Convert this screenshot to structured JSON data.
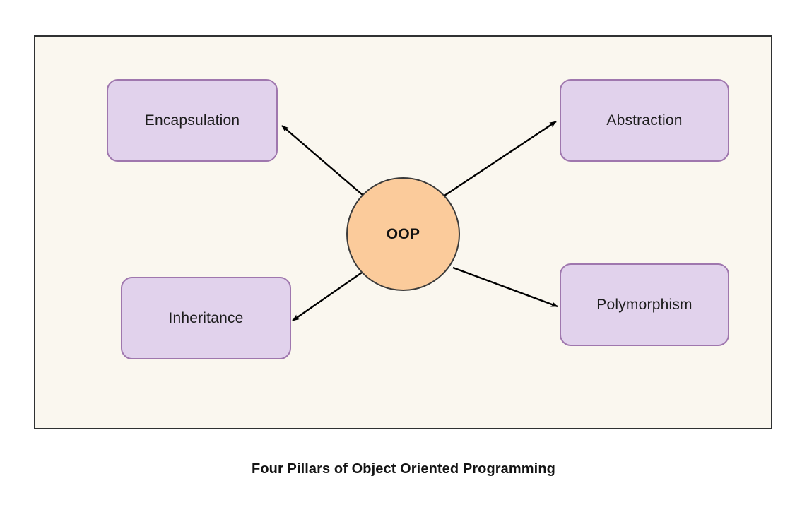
{
  "diagram": {
    "title": "Four Pillars of Object Oriented Programming",
    "center": {
      "label": "OOP",
      "shape": "circle",
      "fill_color": "#fbcb9b",
      "border_color": "#3a3a3a"
    },
    "nodes": [
      {
        "id": "encapsulation",
        "label": "Encapsulation",
        "position": "top-left",
        "fill_color": "#e1d2ec",
        "border_color": "#9f77ae"
      },
      {
        "id": "abstraction",
        "label": "Abstraction",
        "position": "top-right",
        "fill_color": "#e1d2ec",
        "border_color": "#9f77ae"
      },
      {
        "id": "inheritance",
        "label": "Inheritance",
        "position": "bottom-left",
        "fill_color": "#e1d2ec",
        "border_color": "#9f77ae"
      },
      {
        "id": "polymorphism",
        "label": "Polymorphism",
        "position": "bottom-right",
        "fill_color": "#e1d2ec",
        "border_color": "#9f77ae"
      }
    ],
    "edges": [
      {
        "id": "oop-to-encapsulation",
        "from": "OOP",
        "to": "Encapsulation",
        "direction": "one-way"
      },
      {
        "id": "oop-to-abstraction",
        "from": "OOP",
        "to": "Abstraction",
        "direction": "one-way"
      },
      {
        "id": "oop-to-inheritance",
        "from": "OOP",
        "to": "Inheritance",
        "direction": "one-way"
      },
      {
        "id": "oop-to-polymorphism",
        "from": "OOP",
        "to": "Polymorphism",
        "direction": "one-way"
      }
    ],
    "canvas": {
      "background_color": "#faf7ef",
      "border_color": "#2f3132"
    },
    "page_background_color": "#ffffff",
    "arrow_color": "#000000"
  }
}
